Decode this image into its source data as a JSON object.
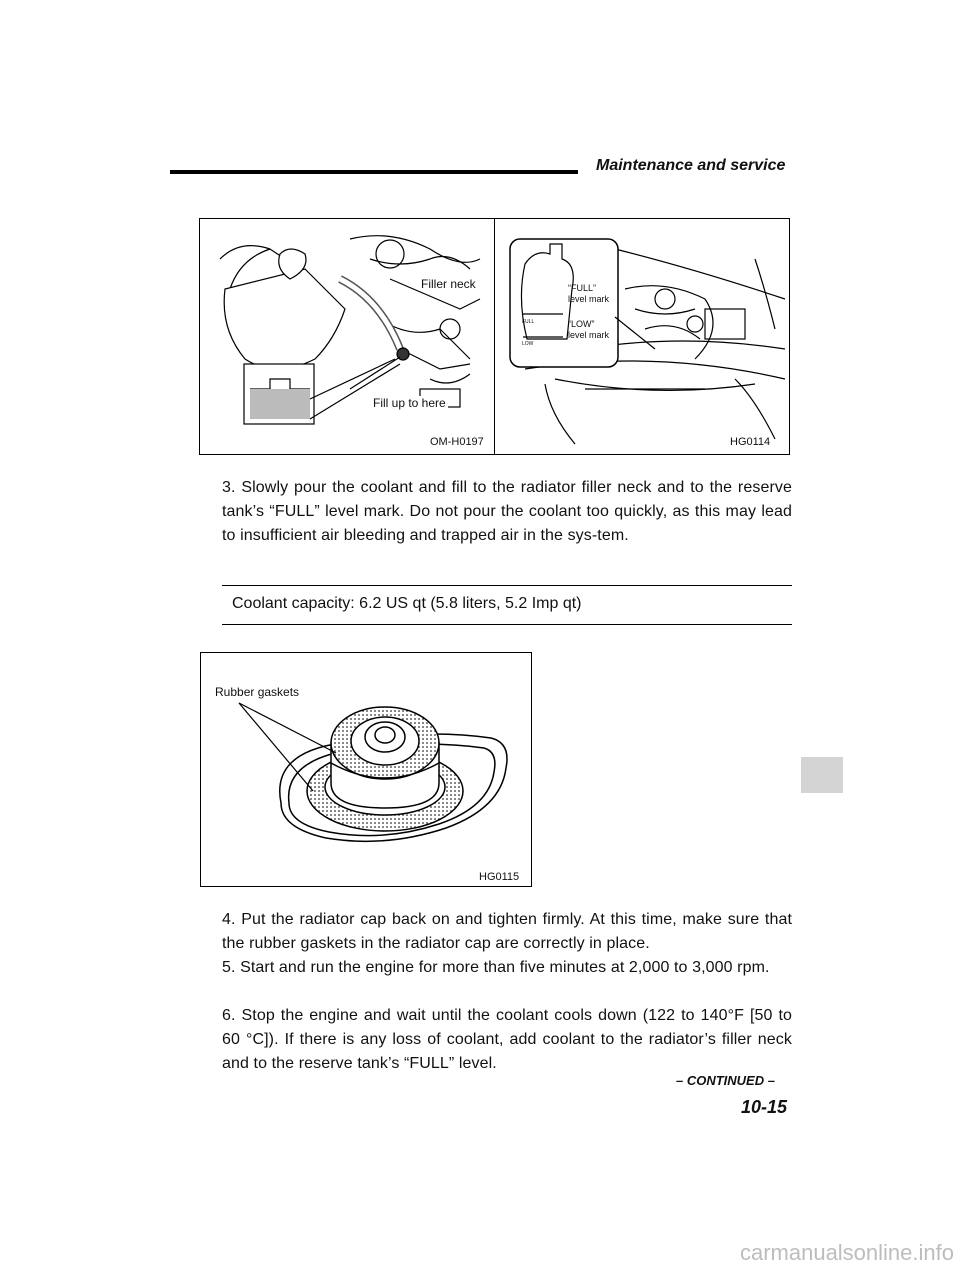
{
  "header": {
    "section_title": "Maintenance and service"
  },
  "figure_top": {
    "left_code": "OM-H0197",
    "right_code": "HG0114",
    "label_filler_neck": "Filler neck",
    "label_fill_up": "Fill up to here",
    "label_full_line1": "“FULL”",
    "label_full_line2": "level mark",
    "label_low_line1": "“LOW”",
    "label_low_line2": "level mark",
    "tank_full": "FULL",
    "tank_low": "LOW"
  },
  "steps": {
    "step3": "3.  Slowly pour the coolant and fill to the radiator filler neck and to the reserve tank’s “FULL” level mark. Do not pour the coolant too quickly, as this may lead to insufficient air bleeding and trapped air in the sys-tem.",
    "step4": "4.  Put the radiator cap back on and tighten firmly. At this time, make sure that the rubber gaskets in the radiator cap are correctly in place.",
    "step5": "5.  Start and run the engine for more than five minutes at 2,000 to 3,000 rpm.",
    "step6": "6.  Stop the engine and wait until the coolant cools down (122 to 140°F [50 to 60 °C]). If there is any loss of coolant, add coolant to the radiator’s filler neck and to the reserve tank’s “FULL” level."
  },
  "spec": {
    "coolant_capacity": "Coolant capacity: 6.2 US qt (5.8 liters, 5.2 Imp qt)"
  },
  "figure_cap": {
    "label": "Rubber gaskets",
    "code": "HG0115"
  },
  "footer": {
    "continued": "– CONTINUED –",
    "page_number": "10-15"
  },
  "watermark": "carmanualsonline.info"
}
